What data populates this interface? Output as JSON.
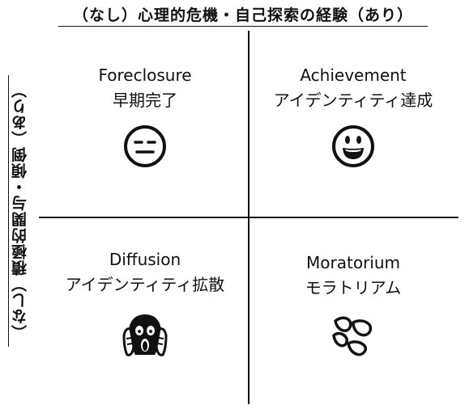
{
  "axes": {
    "horizontal_label": "（なし）心理的危機・自己探索の経験（あり）",
    "vertical_label": "（なし）積極的関与・傾倒（あり）"
  },
  "quadrants": {
    "top_left": {
      "english": "Foreclosure",
      "japanese": "早期完了",
      "icon": "neutral-face-icon"
    },
    "top_right": {
      "english": "Achievement",
      "japanese": "アイデンティティ達成",
      "icon": "grinning-face-icon"
    },
    "bottom_left": {
      "english": "Diffusion",
      "japanese": "アイデンティティ拡散",
      "icon": "screaming-face-icon"
    },
    "bottom_right": {
      "english": "Moratorium",
      "japanese": "モラトリアム",
      "icon": "dashing-away-icon"
    }
  },
  "colors": {
    "ink": "#111111",
    "background": "#ffffff"
  }
}
